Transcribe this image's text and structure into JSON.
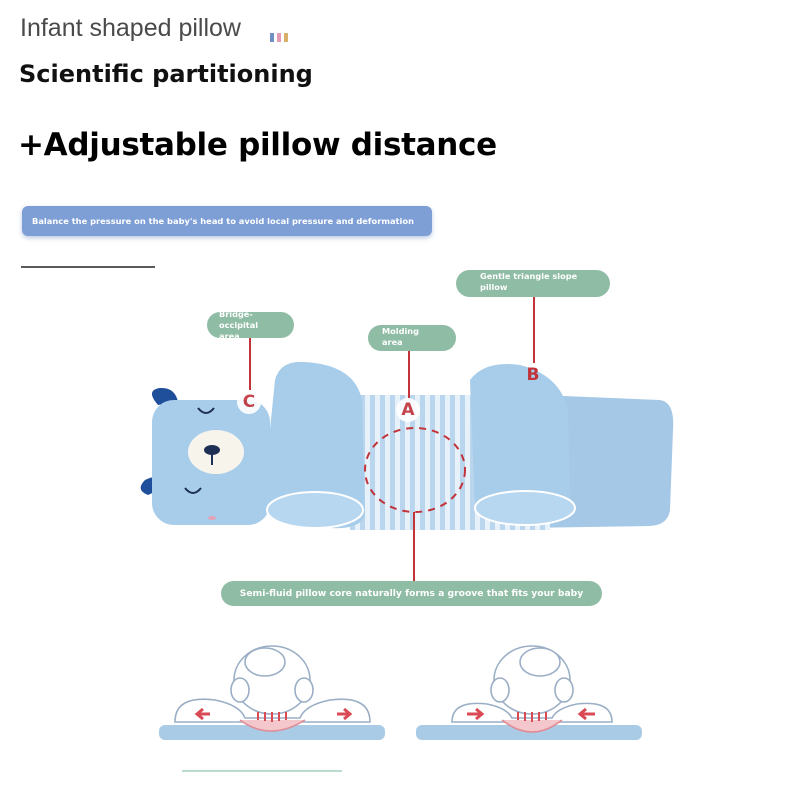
{
  "header": {
    "title": "Infant shaped pillow",
    "title_marks": [
      "#6f8fc6",
      "#e59bb3",
      "#d7b06a"
    ],
    "heading_1": "Scientific partitioning",
    "heading_2": "+Adjustable pillow distance"
  },
  "banner": {
    "text": "Balance the pressure on the baby's head to avoid local pressure and deformation",
    "color": "#7d9fd6"
  },
  "callouts": {
    "b": {
      "label": "Gentle triangle slope\npillow",
      "letter": "B"
    },
    "c": {
      "label": "Bridge-\noccipital\narea",
      "letter": "C"
    },
    "a": {
      "label": "Molding\narea",
      "letter": "A"
    },
    "bottom": {
      "label": "Semi-fluid pillow core naturally forms a groove that fits your baby"
    }
  },
  "colors": {
    "pill": "#8fbca4",
    "accent_red": "#c2333a",
    "pillow_blue": "#a8cdea",
    "base_bar": "#a9cbe6"
  }
}
